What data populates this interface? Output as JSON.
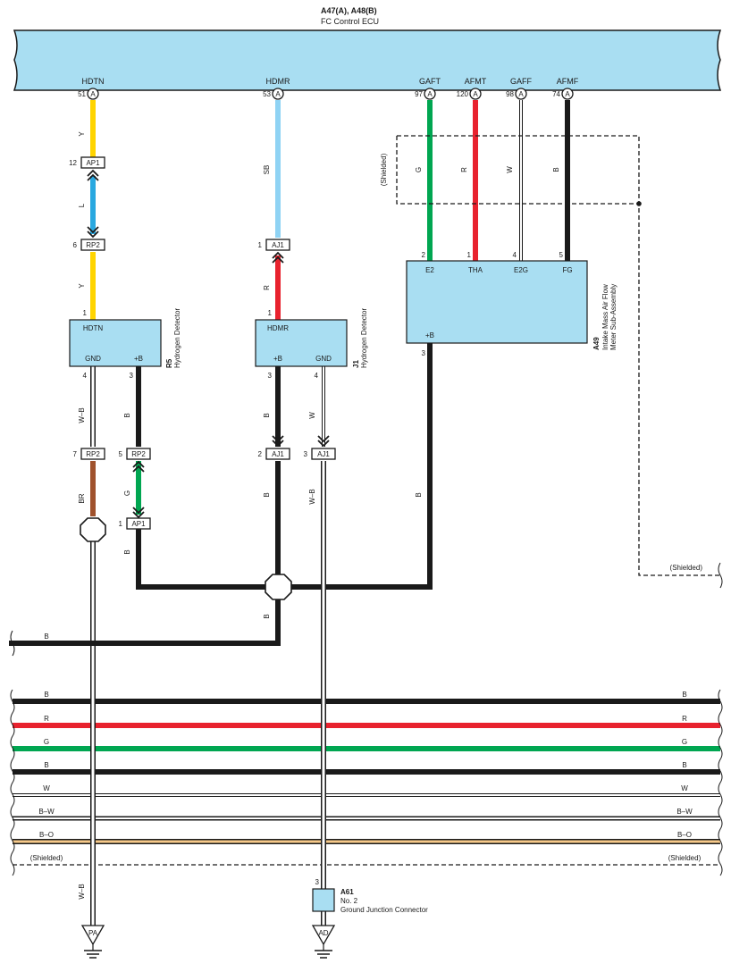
{
  "ecu": {
    "code": "A47(A), A48(B)",
    "name": "FC Control ECU",
    "pins": [
      {
        "num": "51",
        "conn": "A",
        "label": "HDTN"
      },
      {
        "num": "53",
        "conn": "A",
        "label": "HDMR"
      },
      {
        "num": "97",
        "conn": "A",
        "label": "GAFT"
      },
      {
        "num": "120",
        "conn": "A",
        "label": "AFMT"
      },
      {
        "num": "98",
        "conn": "A",
        "label": "GAFF"
      },
      {
        "num": "74",
        "conn": "A",
        "label": "AFMF"
      }
    ]
  },
  "components": {
    "r5": {
      "code": "R5",
      "name": "Hydrogen Detector",
      "top_pin": "HDTN",
      "top_num": "1",
      "left_pin": "GND",
      "left_num": "4",
      "right_pin": "+B",
      "right_num": "3"
    },
    "j1": {
      "code": "J1",
      "name": "Hydrogen Detector",
      "top_pin": "HDMR",
      "top_num": "1",
      "left_pin": "+B",
      "left_num": "3",
      "right_pin": "GND",
      "right_num": "4"
    },
    "a49": {
      "code": "A49",
      "name_line1": "Intake Mass Air Flow",
      "name_line2": "Meter Sub-Assembly",
      "pins": [
        {
          "num": "2",
          "label": "E2"
        },
        {
          "num": "1",
          "label": "THA"
        },
        {
          "num": "4",
          "label": "E2G"
        },
        {
          "num": "5",
          "label": "FG"
        }
      ],
      "bplus_label": "+B",
      "bplus_num": "3"
    },
    "a61": {
      "code": "A61",
      "line1": "No. 2",
      "line2": "Ground Junction Connector",
      "pin": "3"
    }
  },
  "connectors": {
    "ap1_top": {
      "name": "AP1",
      "pin": "12"
    },
    "rp2_top": {
      "name": "RP2",
      "pin": "6"
    },
    "aj1_top": {
      "name": "AJ1",
      "pin": "1"
    },
    "rp2_gnd": {
      "name": "RP2",
      "pin": "7"
    },
    "rp2_b": {
      "name": "RP2",
      "pin": "5"
    },
    "aj1_b": {
      "name": "AJ1",
      "pin": "2"
    },
    "aj1_gnd": {
      "name": "AJ1",
      "pin": "3"
    },
    "ap1_bot": {
      "name": "AP1",
      "pin": "1"
    }
  },
  "wire_labels": {
    "hdtn_y1": "Y",
    "hdtn_l": "L",
    "hdtn_y2": "Y",
    "hdmr_sb": "SB",
    "hdmr_r": "R",
    "gaft_g": "G",
    "afmt_r": "R",
    "gaff_w": "W",
    "afmf_b": "B",
    "r5_gnd": "W–B",
    "r5_b": "B",
    "r5_br": "BR",
    "r5_g": "G",
    "r5_b2": "B",
    "j1_b": "B",
    "j1_w": "W",
    "j1_b2": "B",
    "j1_wb": "W–B",
    "a49_b": "B",
    "junction_b": "B",
    "left_b": "B",
    "pa_wb": "W–B"
  },
  "shielded": {
    "top": "(Shielded)",
    "right": "(Shielded)"
  },
  "bus": [
    {
      "label": "B",
      "color": "#1a1a1a"
    },
    {
      "label": "R",
      "color": "#e8222e"
    },
    {
      "label": "G",
      "color": "#00a651"
    },
    {
      "label": "B",
      "color": "#1a1a1a"
    },
    {
      "label": "W",
      "color": "#ffffff"
    },
    {
      "label": "B–W",
      "color": "#1a1a1a"
    },
    {
      "label": "B–O",
      "color": "#f7c98a"
    },
    {
      "label": "(Shielded)",
      "color": "dashed"
    }
  ],
  "grounds": {
    "pa": "PA",
    "ad": "AD"
  },
  "colors": {
    "yellow": "#ffd400",
    "blue": "#29a8e0",
    "sky": "#8fd3f4",
    "red": "#e8222e",
    "green": "#00a651",
    "black": "#1a1a1a",
    "brown": "#a0522d",
    "ecu_fill": "#a9def2",
    "orange": "#f7c98a"
  }
}
